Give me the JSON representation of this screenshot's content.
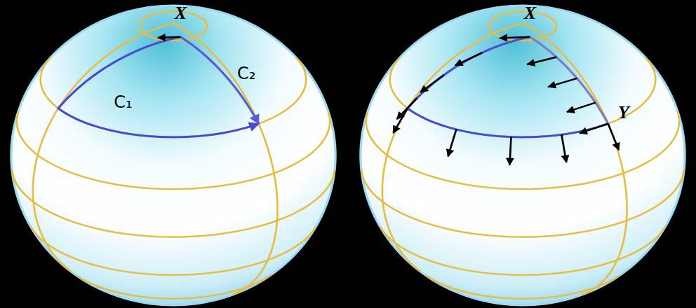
{
  "diagram": {
    "labels": [
      "X",
      "C₁",
      "C₂",
      "X",
      "Y"
    ]
  }
}
